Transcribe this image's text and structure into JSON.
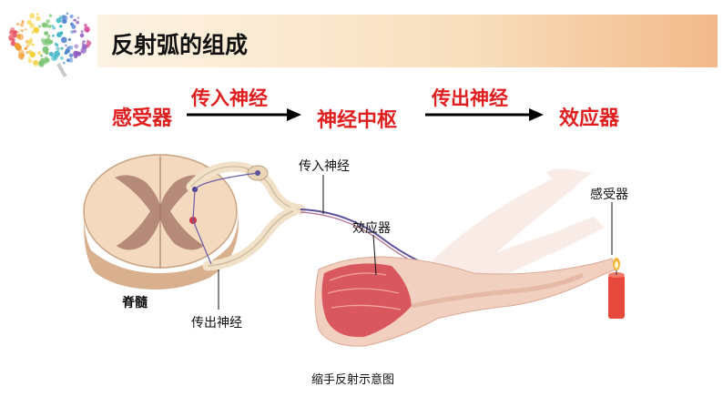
{
  "header": {
    "title": "反射弧的组成"
  },
  "flow": {
    "receptor": "感受器",
    "afferent": "传入神经",
    "center": "神经中枢",
    "efferent": "传出神经",
    "effector": "效应器"
  },
  "diagram": {
    "label_afferent": "传入神经",
    "label_effector": "效应器",
    "label_receptor": "感受器",
    "label_spinal_cord": "脊髓",
    "label_efferent": "传出神经",
    "caption": "缩手反射示意图"
  },
  "colors": {
    "accent_red": "#e01e1e",
    "header_start": "#fdf3e4",
    "header_end": "#f2b98a",
    "cord_outer": "#f3d9bd",
    "cord_inner": "#b58a78",
    "muscle": "#d9575f",
    "nerve": "#5b4f9c"
  }
}
